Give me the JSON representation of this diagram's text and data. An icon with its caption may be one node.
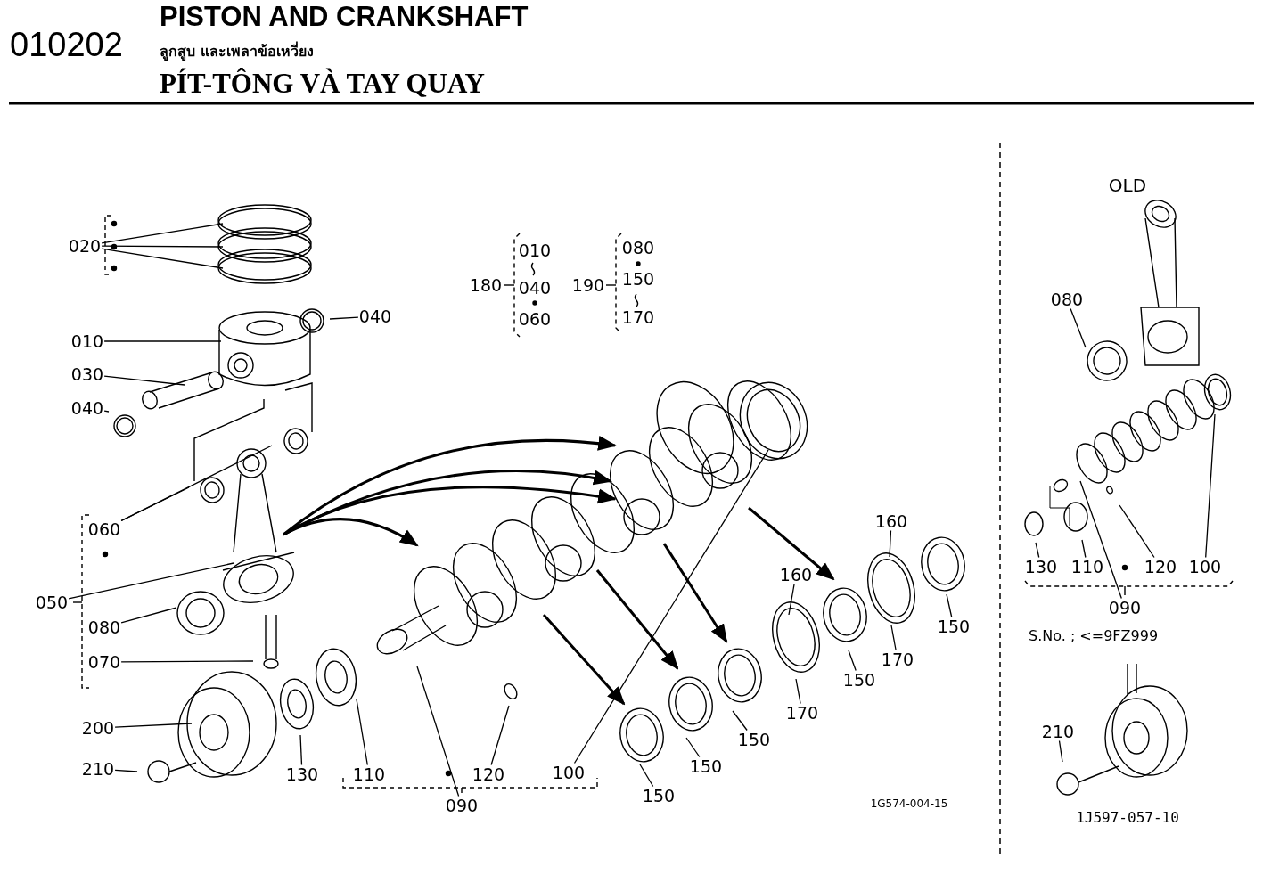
{
  "diagram": {
    "title": "PISTON AND CRANKSHAFT",
    "nodes": [
      {
        "text": [
          "020"
        ]
      },
      {
        "text": [
          "040"
        ]
      },
      {
        "text": [
          "010"
        ]
      },
      {
        "text": [
          "030"
        ]
      },
      {
        "text": [
          "040"
        ]
      },
      {
        "text": [
          "060"
        ]
      },
      {
        "text": [
          "050"
        ]
      },
      {
        "text": [
          "080"
        ]
      },
      {
        "text": [
          "070"
        ]
      },
      {
        "text": [
          "200"
        ]
      },
      {
        "text": [
          "210"
        ]
      },
      {
        "text": [
          "130"
        ]
      },
      {
        "text": [
          "110"
        ]
      },
      {
        "text": [
          "090"
        ]
      },
      {
        "text": [
          "120"
        ]
      },
      {
        "text": [
          "100"
        ]
      },
      {
        "text": [
          "150"
        ]
      },
      {
        "text": [
          "150"
        ]
      },
      {
        "text": [
          "150"
        ]
      },
      {
        "text": [
          "170"
        ]
      },
      {
        "text": [
          "160"
        ]
      },
      {
        "text": [
          "150"
        ]
      },
      {
        "text": [
          "170"
        ]
      },
      {
        "text": [
          "160"
        ]
      },
      {
        "text": [
          "150"
        ]
      },
      {
        "text": [
          "080"
        ]
      },
      {
        "text": [
          "130"
        ]
      },
      {
        "text": [
          "110"
        ]
      },
      {
        "text": [
          "120"
        ]
      },
      {
        "text": [
          "100"
        ]
      },
      {
        "text": [
          "090"
        ]
      },
      {
        "text": [
          "210"
        ]
      }
    ],
    "edges": [
      {
        "from": 0,
        "to": null,
        "arrow": "none"
      },
      {
        "from": 0,
        "to": null,
        "arrow": "none"
      },
      {
        "from": 0,
        "to": null,
        "arrow": "none"
      },
      {
        "from": 1,
        "to": null,
        "arrow": "none"
      },
      {
        "from": 2,
        "to": null,
        "arrow": "none"
      },
      {
        "from": 3,
        "to": null,
        "arrow": "none"
      },
      {
        "from": 4,
        "to": null,
        "arrow": "none"
      },
      {
        "from": 5,
        "to": null,
        "arrow": "none"
      },
      {
        "from": 5,
        "to": null,
        "arrow": "none"
      },
      {
        "from": 6,
        "to": null,
        "arrow": "none"
      },
      {
        "from": 7,
        "to": null,
        "arrow": "none"
      },
      {
        "from": 8,
        "to": null,
        "arrow": "none"
      },
      {
        "from": 9,
        "to": null,
        "arrow": "none"
      },
      {
        "from": 10,
        "to": null,
        "arrow": "none"
      },
      {
        "from": 11,
        "to": null,
        "arrow": "none"
      },
      {
        "from": 12,
        "to": null,
        "arrow": "none"
      },
      {
        "from": 13,
        "to": null,
        "arrow": "none"
      },
      {
        "from": 14,
        "to": null,
        "arrow": "none"
      },
      {
        "from": 15,
        "to": null,
        "arrow": "none"
      },
      {
        "from": 16,
        "to": null,
        "arrow": "none"
      },
      {
        "from": 17,
        "to": null,
        "arrow": "none"
      },
      {
        "from": 18,
        "to": null,
        "arrow": "none"
      },
      {
        "from": 19,
        "to": null,
        "arrow": "none"
      },
      {
        "from": 20,
        "to": null,
        "arrow": "none"
      },
      {
        "from": 21,
        "to": null,
        "arrow": "none"
      },
      {
        "from": 22,
        "to": null,
        "arrow": "none"
      },
      {
        "from": 23,
        "to": null,
        "arrow": "none"
      },
      {
        "from": 24,
        "to": null,
        "arrow": "none"
      },
      {
        "from": 25,
        "to": null,
        "arrow": "none"
      },
      {
        "from": 26,
        "to": null,
        "arrow": "none"
      },
      {
        "from": 27,
        "to": null,
        "arrow": "none"
      },
      {
        "from": 28,
        "to": null,
        "arrow": "none"
      },
      {
        "from": 29,
        "to": null,
        "arrow": "none"
      },
      {
        "from": 30,
        "to": null,
        "arrow": "none"
      },
      {
        "from": 31,
        "to": null,
        "arrow": "none"
      }
    ],
    "labels": [
      "010202",
      "ลูกสูบ และเพลาข้อเหวี่ยง",
      "PÍT-TÔNG VÀ TAY QUAY",
      "OLD",
      "010",
      "180",
      "040",
      "060",
      "080",
      "190",
      "150",
      "170",
      "S.No. ; <=9FZ999",
      "1G574-004-15",
      "1J597-057-10"
    ]
  }
}
